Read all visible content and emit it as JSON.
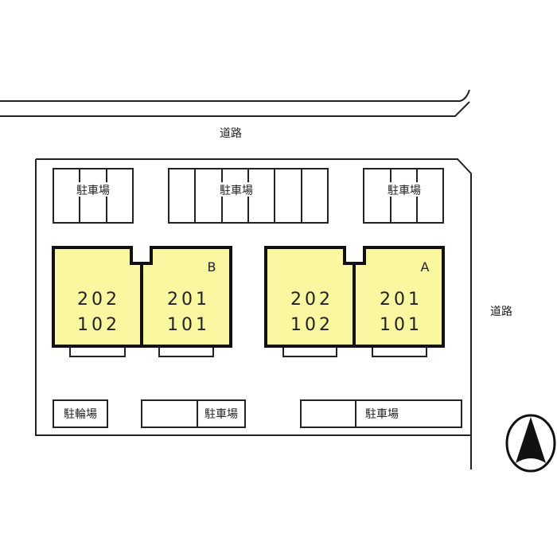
{
  "roads": {
    "top": "道路",
    "right": "道路"
  },
  "parking": {
    "top_left": "駐車場",
    "top_center": "駐車場",
    "top_right": "駐車場",
    "bottom_center": "駐車場",
    "bottom_right": "駐車場"
  },
  "bicycle_parking": "駐輪場",
  "buildings": [
    {
      "label": "B",
      "units": [
        {
          "upper": "202",
          "lower": "102"
        },
        {
          "upper": "201",
          "lower": "101"
        }
      ]
    },
    {
      "label": "A",
      "units": [
        {
          "upper": "202",
          "lower": "102"
        },
        {
          "upper": "201",
          "lower": "101"
        }
      ]
    }
  ],
  "compass": "north-arrow",
  "colors": {
    "building_fill": "#fbf6a0"
  }
}
